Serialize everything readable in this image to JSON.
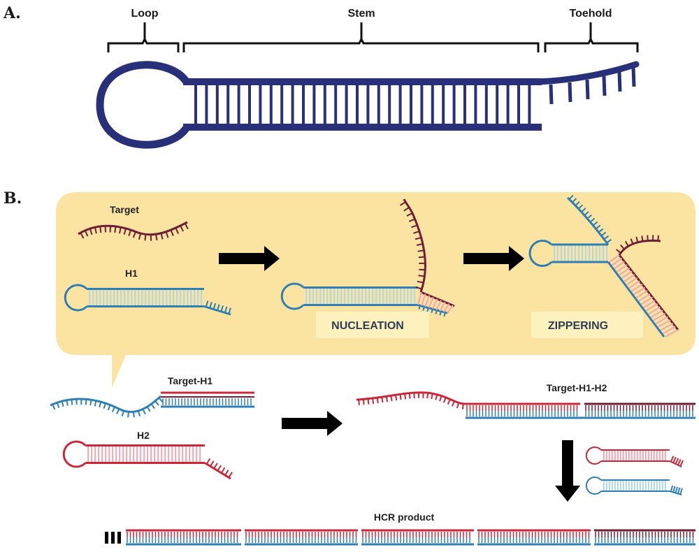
{
  "panel_a": {
    "letter": "A.",
    "labels": {
      "loop": "Loop",
      "stem": "Stem",
      "toehold": "Toehold"
    }
  },
  "panel_b": {
    "letter": "B.",
    "target_label": "Target",
    "h1_label": "H1",
    "nucleation_label": "NUCLEATION",
    "zippering_label": "ZIPPERING",
    "target_h1_label": "Target-H1",
    "h2_label": "H2",
    "target_h1_h2_label": "Target-H1-H2",
    "hcr_label": "HCR product"
  },
  "colors": {
    "navy": "#283079",
    "blue": "#2f7fb3",
    "blue_fill": "#aed8e6",
    "red": "#c9283a",
    "red_fill": "#f0a6ae",
    "maroon": "#6e1f33",
    "callout": "#fbe3a1",
    "label_box": "#fdf2bd",
    "arrow": "#000000"
  }
}
